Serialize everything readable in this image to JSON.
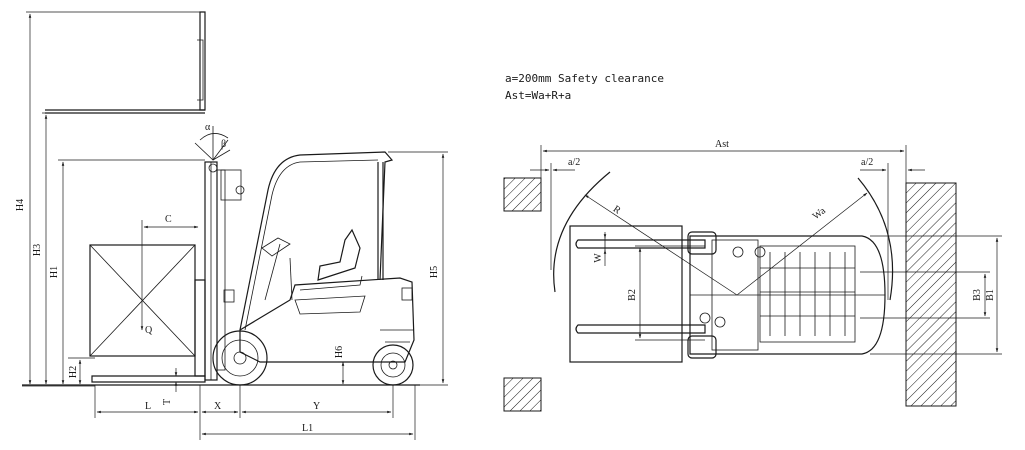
{
  "notes": {
    "clearance": "a=200mm Safety clearance",
    "formula": "Ast=Wa+R+a"
  },
  "side_view": {
    "labels": {
      "H4": "H4",
      "H3": "H3",
      "H1": "H1",
      "H2": "H2",
      "H5": "H5",
      "H6": "H6",
      "C": "C",
      "Q": "Q",
      "L": "L",
      "T": "T",
      "X": "X",
      "Y": "Y",
      "L1": "L1",
      "alpha": "α",
      "beta": "β"
    }
  },
  "top_view": {
    "labels": {
      "Ast": "Ast",
      "a2_left": "a/2",
      "a2_right": "a/2",
      "R": "R",
      "Wa": "Wa",
      "W": "W",
      "B2": "B2",
      "B3": "B3",
      "B1": "B1"
    }
  }
}
